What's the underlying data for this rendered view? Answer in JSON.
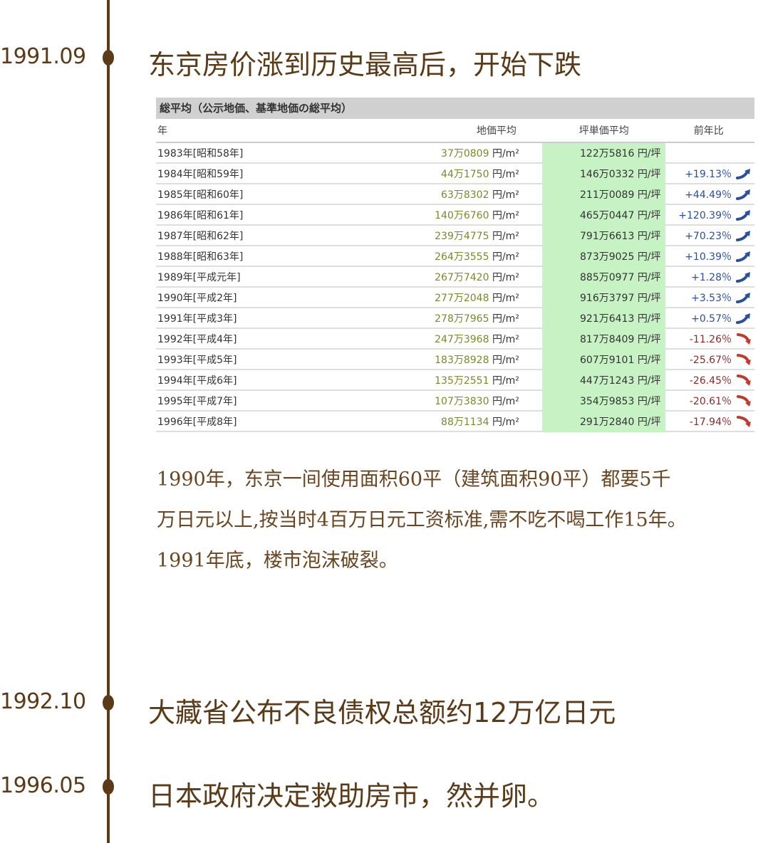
{
  "events": [
    {
      "date": "1991.09",
      "headline": "东京房价涨到历史最高后，开始下跌"
    },
    {
      "date": "1992.10",
      "headline": "大藏省公布不良债权总额约12万亿日元"
    },
    {
      "date": "1996.05",
      "headline": "日本政府决定救助房市，然并卵。"
    }
  ],
  "table": {
    "title": "総平均（公示地価、基準地価の総平均）",
    "headers": [
      "年",
      "地価平均",
      "坪単価平均",
      "前年比"
    ],
    "unit_m2": "円/m²",
    "unit_tsubo": "円/坪",
    "rows": [
      {
        "year": "1983年[昭和58年]",
        "land": "37万0809",
        "tsubo": "122万5816",
        "change": "",
        "dir": ""
      },
      {
        "year": "1984年[昭和59年]",
        "land": "44万1750",
        "tsubo": "146万0332",
        "change": "+19.13％",
        "dir": "up"
      },
      {
        "year": "1985年[昭和60年]",
        "land": "63万8302",
        "tsubo": "211万0089",
        "change": "+44.49％",
        "dir": "up"
      },
      {
        "year": "1986年[昭和61年]",
        "land": "140万6760",
        "tsubo": "465万0447",
        "change": "+120.39％",
        "dir": "up"
      },
      {
        "year": "1987年[昭和62年]",
        "land": "239万4775",
        "tsubo": "791万6613",
        "change": "+70.23％",
        "dir": "up"
      },
      {
        "year": "1988年[昭和63年]",
        "land": "264万3555",
        "tsubo": "873万9025",
        "change": "+10.39％",
        "dir": "up"
      },
      {
        "year": "1989年[平成元年]",
        "land": "267万7420",
        "tsubo": "885万0977",
        "change": "+1.28％",
        "dir": "up"
      },
      {
        "year": "1990年[平成2年]",
        "land": "277万2048",
        "tsubo": "916万3797",
        "change": "+3.53％",
        "dir": "up"
      },
      {
        "year": "1991年[平成3年]",
        "land": "278万7965",
        "tsubo": "921万6413",
        "change": "+0.57％",
        "dir": "up"
      },
      {
        "year": "1992年[平成4年]",
        "land": "247万3968",
        "tsubo": "817万8409",
        "change": "-11.26％",
        "dir": "down"
      },
      {
        "year": "1993年[平成5年]",
        "land": "183万8928",
        "tsubo": "607万9101",
        "change": "-25.67％",
        "dir": "down"
      },
      {
        "year": "1994年[平成6年]",
        "land": "135万2551",
        "tsubo": "447万1243",
        "change": "-26.45％",
        "dir": "down"
      },
      {
        "year": "1995年[平成7年]",
        "land": "107万3830",
        "tsubo": "354万9853",
        "change": "-20.61％",
        "dir": "down"
      },
      {
        "year": "1996年[平成8年]",
        "land": "88万1134",
        "tsubo": "291万2840",
        "change": "-17.94％",
        "dir": "down"
      }
    ]
  },
  "paragraph": [
    "1990年，东京一间使用面积60平（建筑面积90平）都要5千",
    "万日元以上,按当时4百万日元工资标准,需不吃不喝工作15年。",
    "1991年底，楼市泡沫破裂。"
  ],
  "colors": {
    "brown": "#5b3a17",
    "highlight": "#c6f2c4",
    "up": "#2a4f9e",
    "down": "#c0392b"
  }
}
